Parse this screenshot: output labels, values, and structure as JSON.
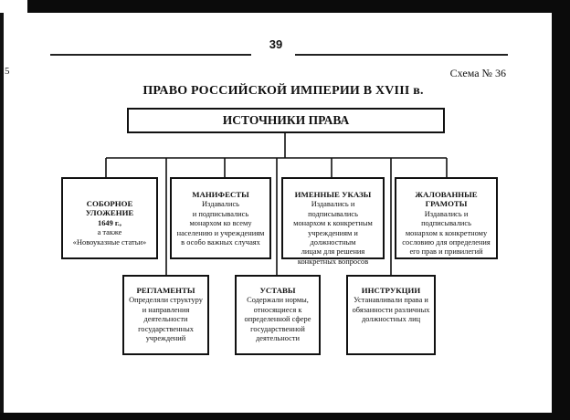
{
  "page": {
    "number": "39",
    "scheme_label": "Схема № 36",
    "margin_mark": "5",
    "title": "ПРАВО РОССИЙСКОЙ ИМПЕРИИ В XVIII в."
  },
  "diagram": {
    "root": "ИСТОЧНИКИ ПРАВА",
    "top_row": [
      {
        "title": "СОБОРНОЕ УЛОЖЕНИЕ",
        "year": "1649 г.,",
        "body": "а также\n«Новоуказные статьи»"
      },
      {
        "title": "МАНИФЕСТЫ",
        "body": "Издавались\nи подписывались\nмонархом ко всему\nнаселению и учреждениям\nв особо важных случаях"
      },
      {
        "title": "ИМЕННЫЕ УКАЗЫ",
        "body": "Издавались и подписывались\nмонархом к конкретным\nучреждениям и должностным\nлицам для решения\nконкретных вопросов"
      },
      {
        "title": "ЖАЛОВАННЫЕ ГРАМОТЫ",
        "body": "Издавались и подписывались\nмонархом к конкретному\nсословию для определения\nего прав и привилегий"
      }
    ],
    "bottom_row": [
      {
        "title": "РЕГЛАМЕНТЫ",
        "body": "Определяли структуру\nи направления\nдеятельности\nгосударственных\nучреждений"
      },
      {
        "title": "УСТАВЫ",
        "body": "Содержали нормы,\nотносящиеся к\nопределенной сфере\nгосударственной\nдеятельности"
      },
      {
        "title": "ИНСТРУКЦИИ",
        "body": "Устанавливали права и\nобязанности различных\nдолжностных лиц"
      }
    ]
  }
}
